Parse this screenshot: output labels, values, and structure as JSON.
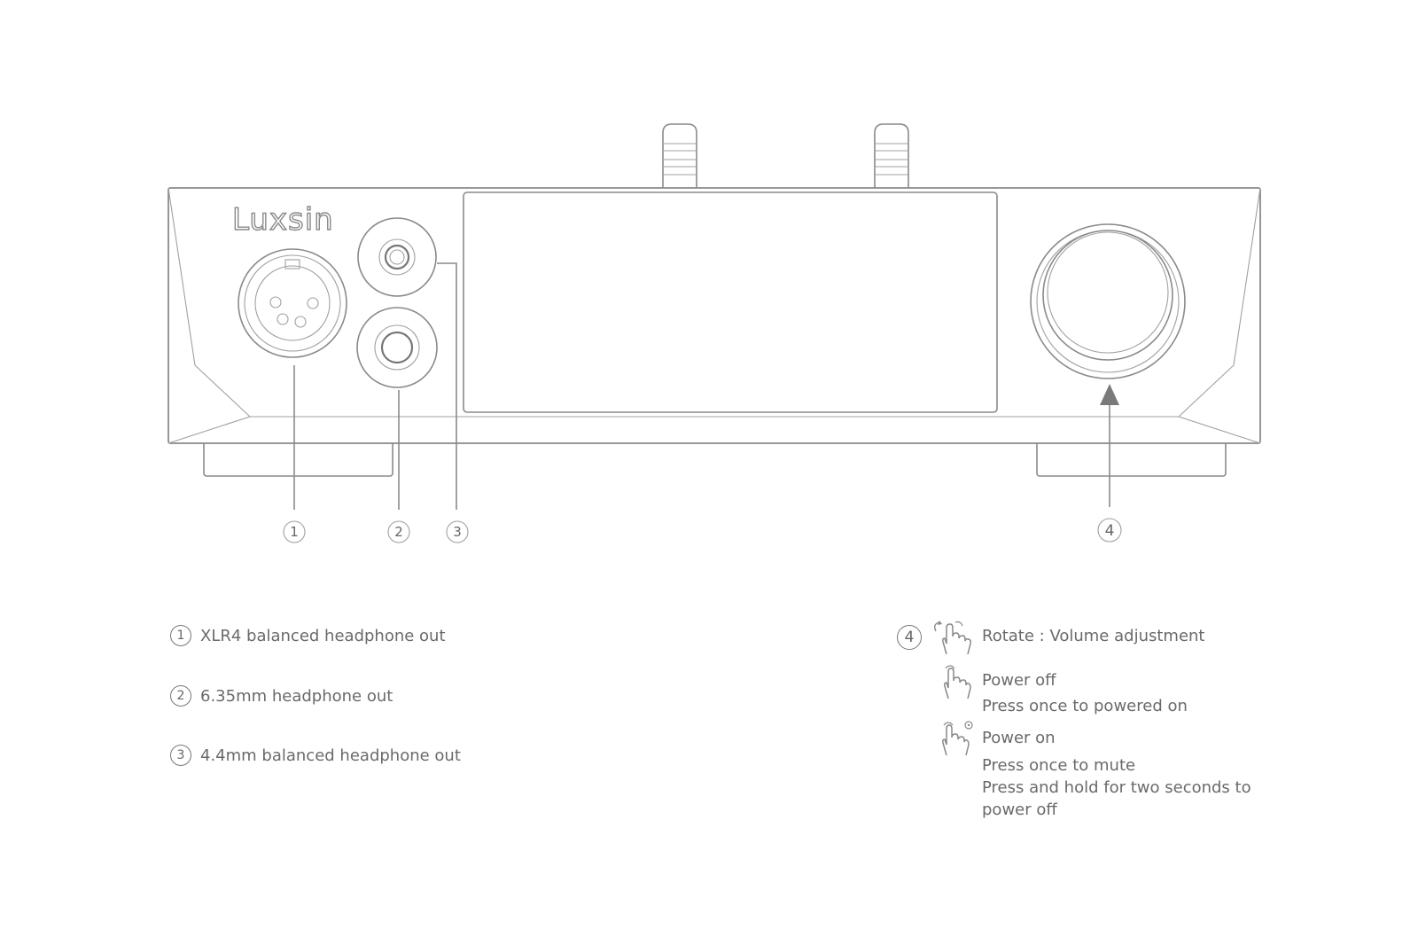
{
  "brand": {
    "logo_text": "Luxsin"
  },
  "callouts": [
    "1",
    "2",
    "3",
    "4"
  ],
  "legend_left": [
    {
      "num": "1",
      "label": "XLR4 balanced headphone out"
    },
    {
      "num": "2",
      "label": "6.35mm headphone out"
    },
    {
      "num": "3",
      "label": "4.4mm balanced headphone out"
    }
  ],
  "legend_right": {
    "num": "4",
    "rotate": {
      "icon": "rotate-hand-icon",
      "label": "Rotate : Volume adjustment"
    },
    "power_off": {
      "icon": "tap-hand-icon",
      "title": "Power off",
      "lines": [
        "Press once to powered on"
      ]
    },
    "power_on": {
      "icon": "tap-hand-active-icon",
      "title": "Power on",
      "lines": [
        "Press once to mute",
        "Press and hold for two seconds to",
        "power off"
      ]
    }
  },
  "colors": {
    "line": "#8a8a8a",
    "text": "#6a6a6a"
  }
}
